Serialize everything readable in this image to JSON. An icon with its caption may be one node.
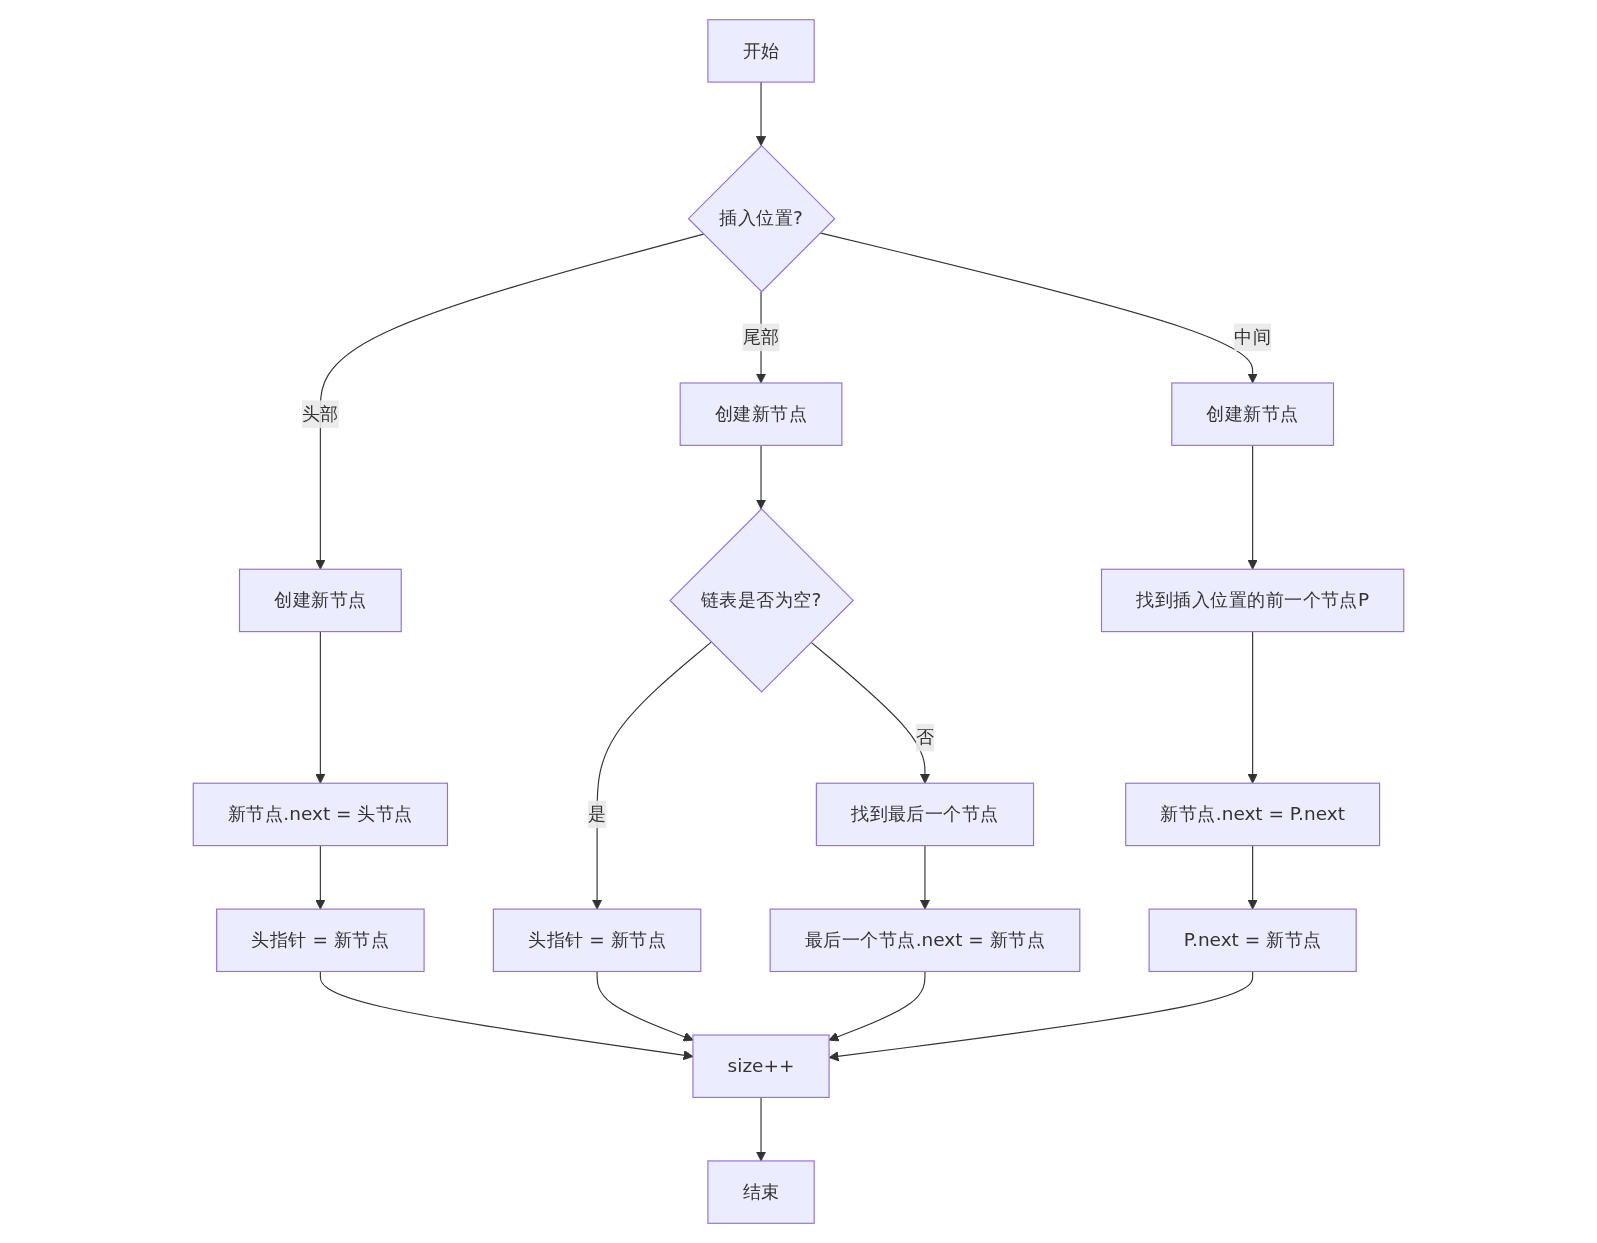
{
  "diagram": {
    "nodes": [
      {
        "text": [
          "开始"
        ]
      },
      {
        "text": [
          "插入位置?"
        ]
      },
      {
        "text": [
          "创建新节点"
        ]
      },
      {
        "text": [
          "创建新节点"
        ]
      },
      {
        "text": [
          "创建新节点"
        ]
      },
      {
        "text": [
          "链表是否为空?"
        ]
      },
      {
        "text": [
          "找到插入位置的前一个节点P"
        ]
      },
      {
        "text": [
          "新节点.next = 头节点"
        ]
      },
      {
        "text": [
          "找到最后一个节点"
        ]
      },
      {
        "text": [
          "新节点.next = P.next"
        ]
      },
      {
        "text": [
          "头指针 = 新节点"
        ]
      },
      {
        "text": [
          "头指针 = 新节点"
        ]
      },
      {
        "text": [
          "最后一个节点.next = 新节点"
        ]
      },
      {
        "text": [
          "P.next = 新节点"
        ]
      },
      {
        "text": [
          "size++"
        ]
      },
      {
        "text": [
          "结束"
        ]
      }
    ],
    "edges": [
      {
        "from": 0,
        "to": 1,
        "arrow": "to"
      },
      {
        "from": 1,
        "to": 4,
        "arrow": "to",
        "label": "头部"
      },
      {
        "from": 1,
        "to": 2,
        "arrow": "to",
        "label": "尾部"
      },
      {
        "from": 1,
        "to": 3,
        "arrow": "to",
        "label": "中间"
      },
      {
        "from": 4,
        "to": 7,
        "arrow": "to"
      },
      {
        "from": 7,
        "to": 10,
        "arrow": "to"
      },
      {
        "from": 2,
        "to": 5,
        "arrow": "to"
      },
      {
        "from": 5,
        "to": 11,
        "arrow": "to",
        "label": "是"
      },
      {
        "from": 5,
        "to": 8,
        "arrow": "to",
        "label": "否"
      },
      {
        "from": 8,
        "to": 12,
        "arrow": "to"
      },
      {
        "from": 3,
        "to": 6,
        "arrow": "to"
      },
      {
        "from": 6,
        "to": 9,
        "arrow": "to"
      },
      {
        "from": 9,
        "to": 13,
        "arrow": "to"
      },
      {
        "from": 10,
        "to": 14,
        "arrow": "to"
      },
      {
        "from": 11,
        "to": 14,
        "arrow": "to"
      },
      {
        "from": 12,
        "to": 14,
        "arrow": "to"
      },
      {
        "from": 13,
        "to": 14,
        "arrow": "to"
      },
      {
        "from": 14,
        "to": 15,
        "arrow": "to"
      }
    ]
  }
}
